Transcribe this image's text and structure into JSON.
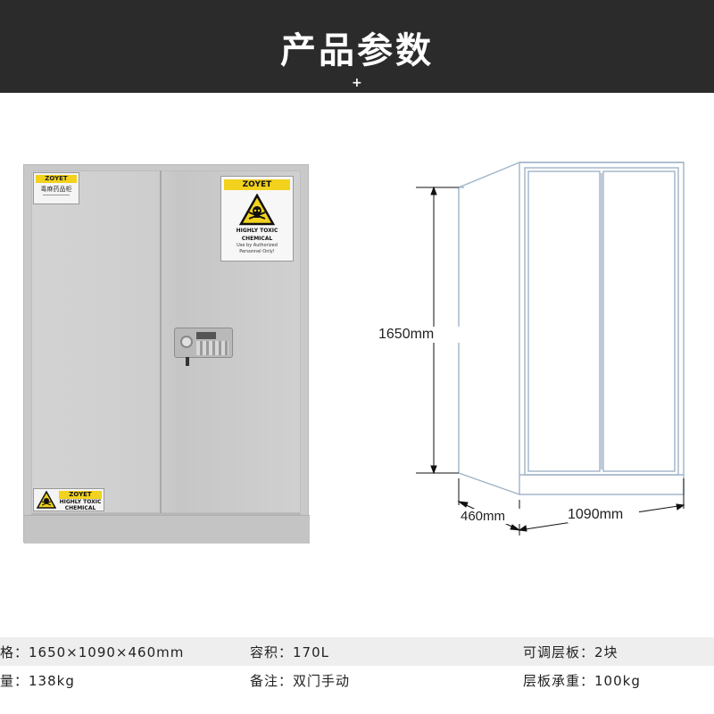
{
  "header": {
    "title": "产品参数",
    "plus": "+"
  },
  "photo": {
    "label_top_left": {
      "brand": "ZOYET",
      "text": "毒麻药品柜"
    },
    "label_top_right": {
      "brand": "ZOYET",
      "line1": "HIGHLY TOXIC",
      "line2": "CHEMICAL",
      "line3": "Use by Authorized",
      "line4": "Personnel Only!"
    },
    "label_bottom": {
      "brand": "ZOYET",
      "line1": "HIGHLY TOXIC",
      "line2": "CHEMICAL"
    }
  },
  "diagram": {
    "height": "1650mm",
    "depth": "460mm",
    "width": "1090mm"
  },
  "specs": {
    "row1": {
      "c1": "格：1650×1090×460mm",
      "c2": "容积：170L",
      "c3": "可调层板：2块"
    },
    "row2": {
      "c1": "量：138kg",
      "c2": "备注：双门手动",
      "c3": "层板承重：100kg"
    }
  },
  "colors": {
    "header_bg": "#2b2b2b",
    "cabinet_gray": "#cecece",
    "label_yellow": "#f2d21c",
    "outline_blue": "#9fb4c8"
  }
}
